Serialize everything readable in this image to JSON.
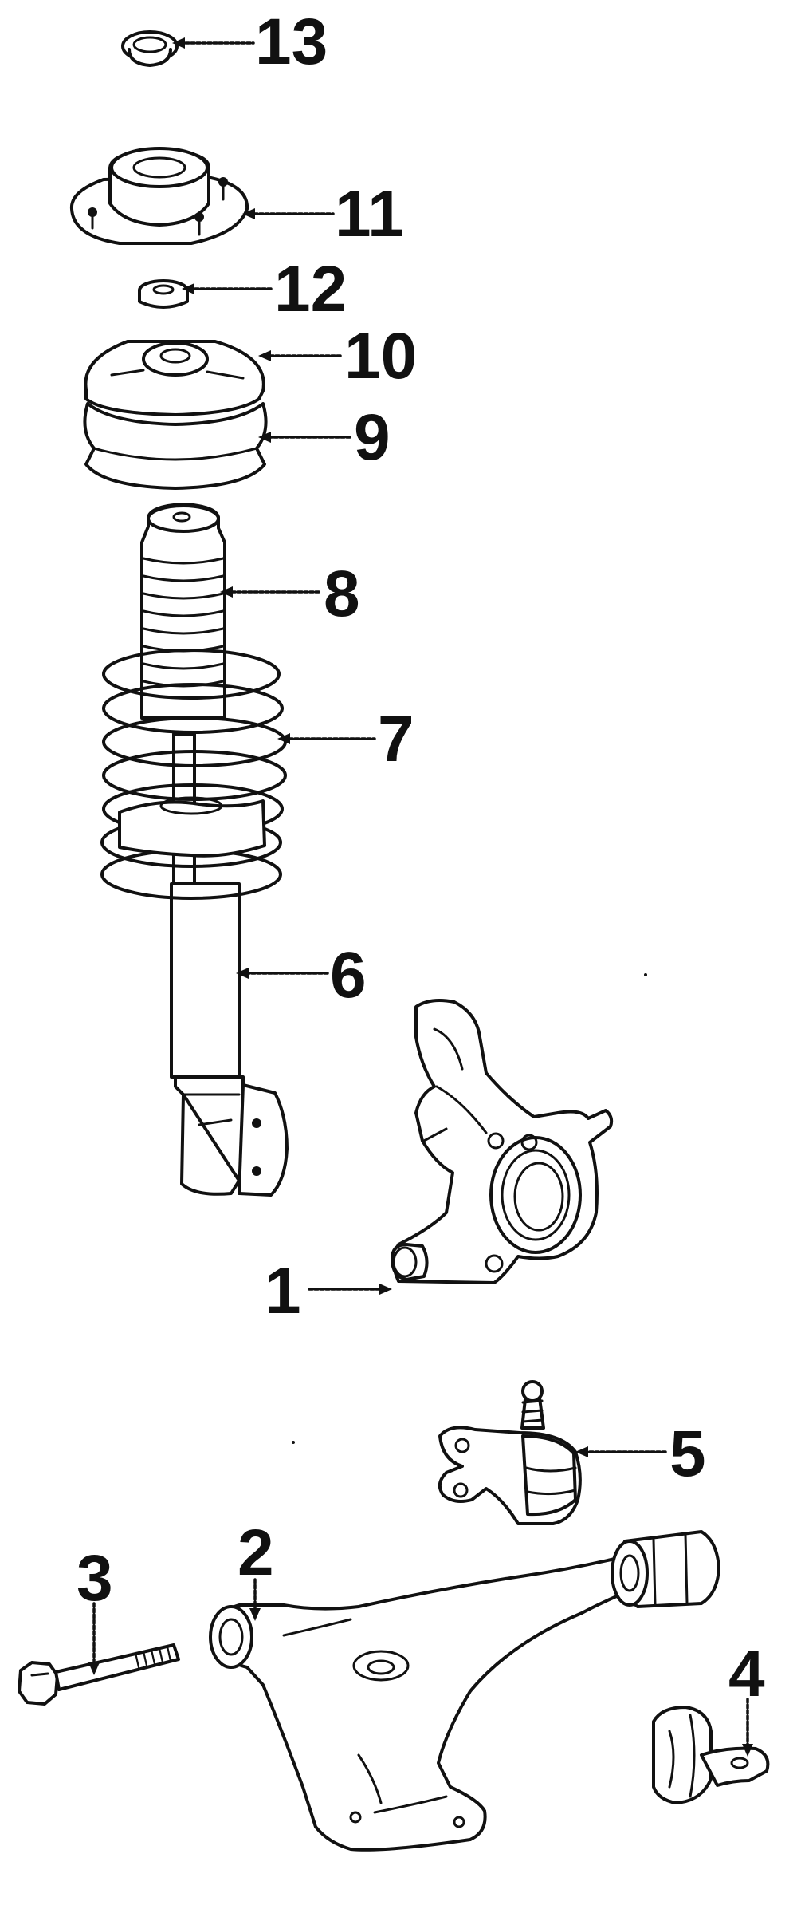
{
  "callouts": [
    {
      "id": "1",
      "label": "1"
    },
    {
      "id": "2",
      "label": "2"
    },
    {
      "id": "3",
      "label": "3"
    },
    {
      "id": "4",
      "label": "4"
    },
    {
      "id": "5",
      "label": "5"
    },
    {
      "id": "6",
      "label": "6"
    },
    {
      "id": "7",
      "label": "7"
    },
    {
      "id": "8",
      "label": "8"
    },
    {
      "id": "9",
      "label": "9"
    },
    {
      "id": "10",
      "label": "10"
    },
    {
      "id": "11",
      "label": "11"
    },
    {
      "id": "12",
      "label": "12"
    },
    {
      "id": "13",
      "label": "13"
    }
  ],
  "style": {
    "line_color": "#111111",
    "background": "#ffffff"
  }
}
